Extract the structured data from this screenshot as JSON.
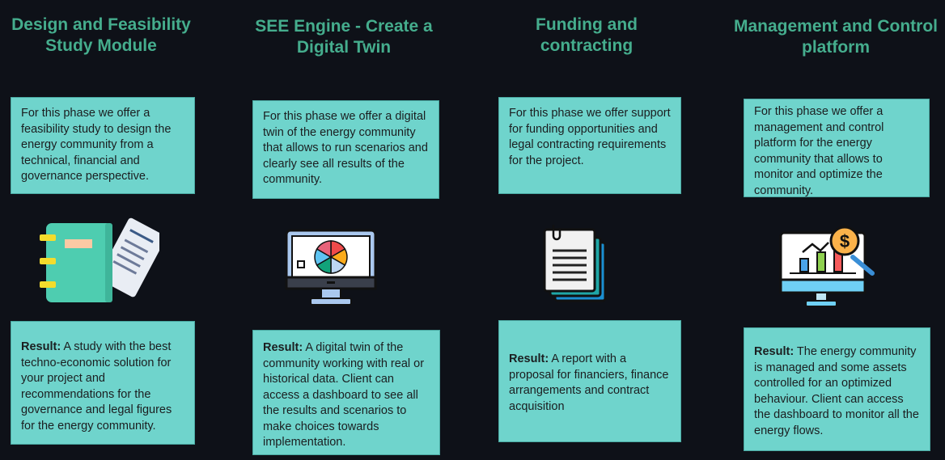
{
  "colors": {
    "background": "#0e1118",
    "title": "#45ad8d",
    "box": "#6fd4cc"
  },
  "columns": [
    {
      "title": "Design and Feasibility Study Module",
      "description": "For this phase we offer a feasibility study to design the energy community from a technical, financial and governance perspective.",
      "icon": "notebook-icon",
      "result_label": "Result:",
      "result": " A study with the best techno-economic solution for your project and recommendations for the governance and legal figures for the energy community."
    },
    {
      "title": "SEE Engine - Create a Digital Twin",
      "description": "For this phase we offer a digital twin of the energy community that allows to run scenarios and clearly see all results of the community.",
      "icon": "monitor-pie-chart-icon",
      "result_label": "Result:",
      "result": " A digital twin of the community working with real or historical data. Client can access a dashboard to see all the results and scenarios to make choices towards implementation."
    },
    {
      "title": "Funding and contracting",
      "description": "For this phase we offer support for funding opportunities and legal contracting requirements for the project.",
      "icon": "documents-icon",
      "result_label": "Result:",
      "result": " A report with a proposal for financiers, finance arrangements and contract acquisition"
    },
    {
      "title": "Management and Control platform",
      "description": "For this phase we offer a management and control platform for the energy community that allows to monitor and optimize the community.",
      "icon": "dashboard-dollar-icon",
      "result_label": "Result:",
      "result": " The energy community is managed and some assets controlled for an optimized behaviour. Client can access the dashboard to monitor all the energy flows."
    }
  ]
}
